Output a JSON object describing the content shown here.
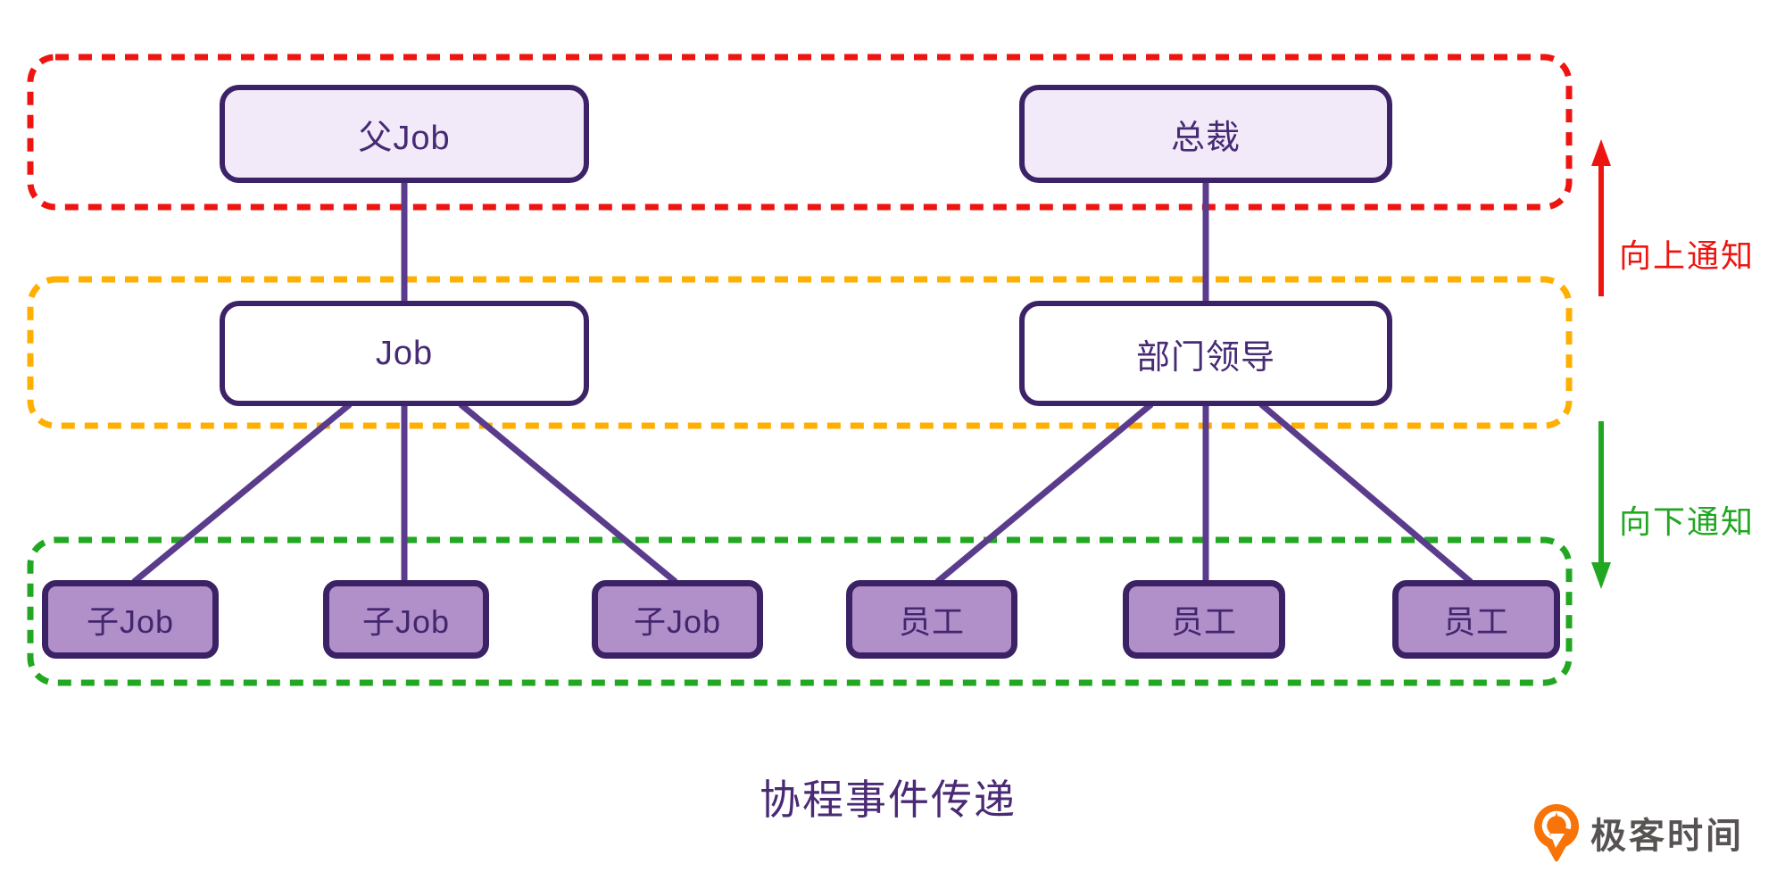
{
  "diagram": {
    "title": "协程事件传递",
    "left_tree": {
      "root": "父Job",
      "middle": "Job",
      "children": [
        "子Job",
        "子Job",
        "子Job"
      ]
    },
    "right_tree": {
      "root": "总裁",
      "middle": "部门领导",
      "children": [
        "员工",
        "员工",
        "员工"
      ]
    },
    "annotations": {
      "notify_up": "向上通知",
      "notify_down": "向下通知"
    },
    "colors": {
      "layer_top_dashed": "#ee1511",
      "layer_middle_dashed": "#ffaf00",
      "layer_bottom_dashed": "#21a721",
      "node_border": "#3c2367",
      "connector": "#5b3c8c",
      "tier1_fill": "#f2eaf8",
      "tier2_fill": "#ffffff",
      "tier3_fill": "#b18fc9",
      "notify_up_text": "#ee1511",
      "notify_down_text": "#21a721",
      "title_text": "#4a2a75",
      "brand_orange": "#f87409",
      "brand_text": "#575353"
    }
  },
  "footer": {
    "brand": "极客时间"
  }
}
